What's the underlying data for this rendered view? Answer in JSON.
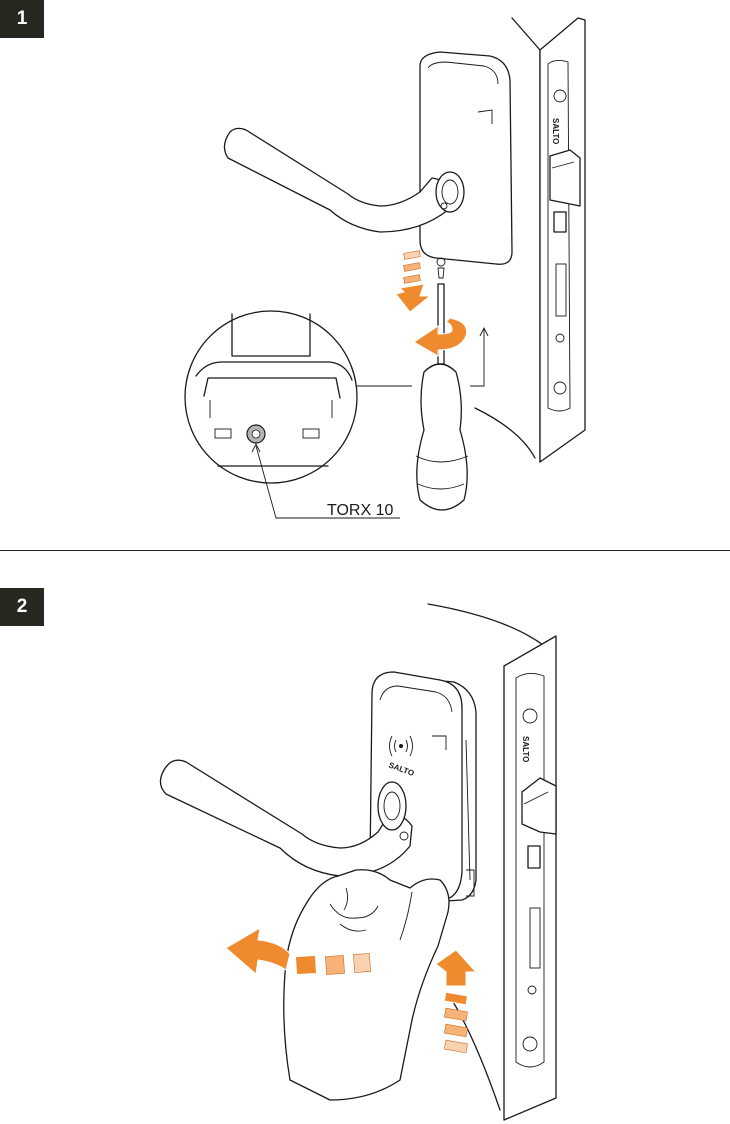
{
  "steps": [
    {
      "number": "1"
    },
    {
      "number": "2"
    }
  ],
  "step1": {
    "callout_label": "TORX 10",
    "plate_brand": "SALTO"
  },
  "step2": {
    "plate_brand": "SALTO",
    "reader_brand": "SALTO"
  },
  "colors": {
    "badge": "#25291f",
    "arrow_orange": "#ef8a2f",
    "arrow_light": "#f7b27a",
    "arrow_pale": "#f9d3b1"
  },
  "icons": [
    "contactless-icon",
    "rotate-arrow-icon",
    "direction-arrow-icon"
  ]
}
